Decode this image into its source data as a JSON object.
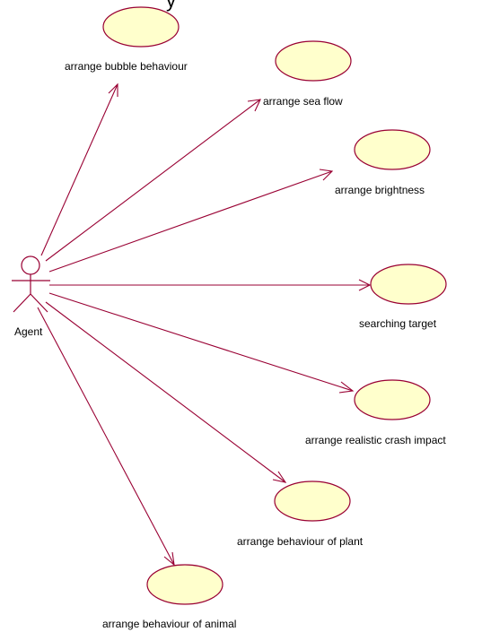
{
  "diagram": {
    "type": "use-case",
    "header_fragment": "y",
    "actor": {
      "name": "Agent"
    },
    "use_cases": [
      {
        "id": "uc1",
        "label": "arrange bubble behaviour"
      },
      {
        "id": "uc2",
        "label": "arrange sea flow"
      },
      {
        "id": "uc3",
        "label": "arrange brightness"
      },
      {
        "id": "uc4",
        "label": "searching target"
      },
      {
        "id": "uc5",
        "label": "arrange realistic crash impact"
      },
      {
        "id": "uc6",
        "label": "arrange behaviour of plant"
      },
      {
        "id": "uc7",
        "label": "arrange behaviour of animal"
      }
    ],
    "associations": [
      {
        "from": "actor",
        "to": "uc1",
        "directed": true
      },
      {
        "from": "actor",
        "to": "uc2",
        "directed": true
      },
      {
        "from": "actor",
        "to": "uc3",
        "directed": true
      },
      {
        "from": "actor",
        "to": "uc4",
        "directed": true
      },
      {
        "from": "actor",
        "to": "uc5",
        "directed": true
      },
      {
        "from": "actor",
        "to": "uc6",
        "directed": true
      },
      {
        "from": "actor",
        "to": "uc7",
        "directed": true
      }
    ],
    "colors": {
      "line": "#990033",
      "usecase_fill": "#ffffcc",
      "text": "#000000"
    }
  }
}
